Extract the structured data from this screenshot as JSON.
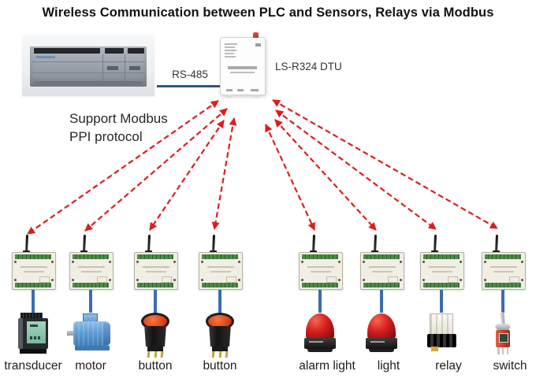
{
  "title": "Wireless Communication between PLC and Sensors, Relays via Modbus",
  "bus": {
    "label": "RS-485"
  },
  "dtu": {
    "label": "LS-R324 DTU"
  },
  "note": {
    "line1": "Support Modbus",
    "line2": "PPI protocol"
  },
  "nodes": [
    {
      "label": "transducer"
    },
    {
      "label": "motor"
    },
    {
      "label": "button"
    },
    {
      "label": "button"
    },
    {
      "label": "alarm light"
    },
    {
      "label": "light"
    },
    {
      "label": "relay"
    },
    {
      "label": "switch"
    }
  ],
  "links": {
    "wireless_from_dtu": [
      "transducer",
      "motor",
      "button",
      "button",
      "alarm light",
      "light",
      "relay",
      "switch"
    ],
    "wired": "PLC — RS-485 — LS-R324 DTU"
  },
  "colors": {
    "arrow_red": "#dd1d1d",
    "wire_blue": "#3a6cb0",
    "bus_line": "#2f567c",
    "module_body": "#f1eee3",
    "module_terminal_green": "#4e8a49"
  }
}
